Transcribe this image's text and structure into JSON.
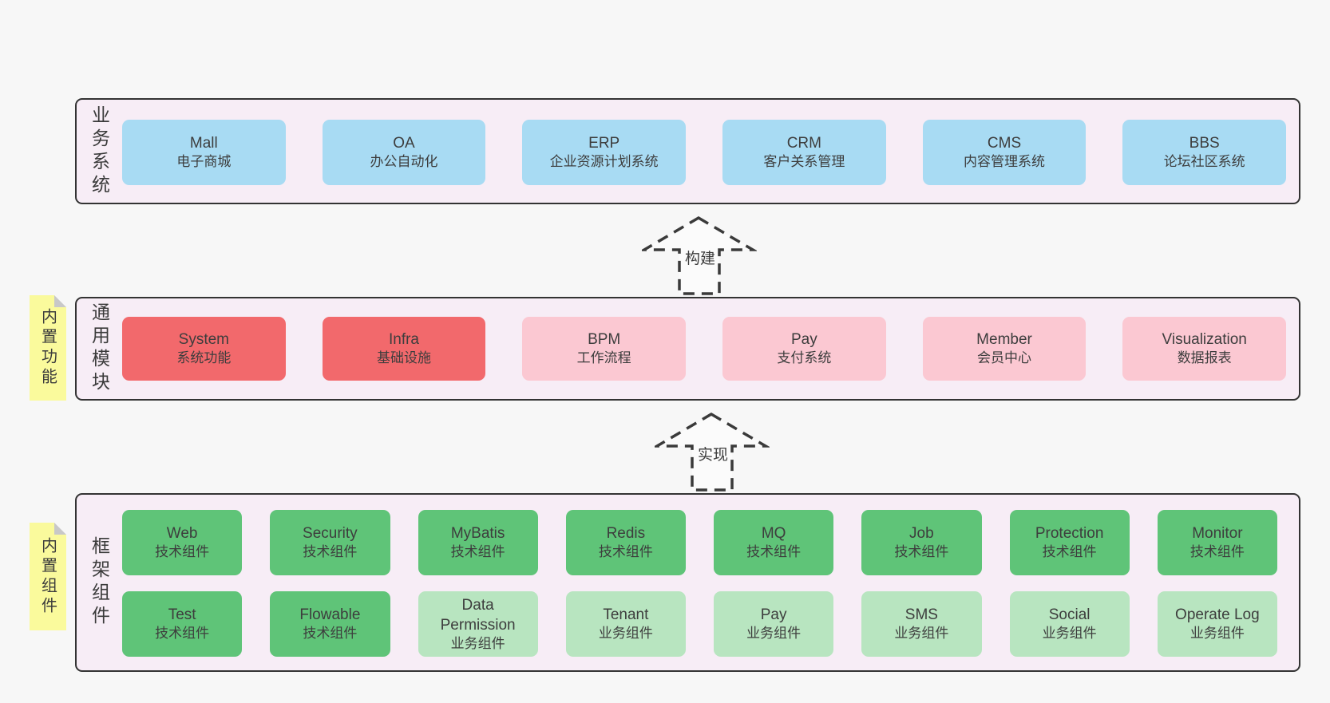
{
  "diagram": {
    "bands": {
      "business": {
        "label": "业务系统",
        "nodes": [
          {
            "en": "Mall",
            "zh": "电子商城"
          },
          {
            "en": "OA",
            "zh": "办公自动化"
          },
          {
            "en": "ERP",
            "zh": "企业资源计划系统"
          },
          {
            "en": "CRM",
            "zh": "客户关系管理"
          },
          {
            "en": "CMS",
            "zh": "内容管理系统"
          },
          {
            "en": "BBS",
            "zh": "论坛社区系统"
          }
        ]
      },
      "modules": {
        "label": "通用模块",
        "sticky": "内置功能",
        "nodes": [
          {
            "en": "System",
            "zh": "系统功能"
          },
          {
            "en": "Infra",
            "zh": "基础设施"
          },
          {
            "en": "BPM",
            "zh": "工作流程"
          },
          {
            "en": "Pay",
            "zh": "支付系统"
          },
          {
            "en": "Member",
            "zh": "会员中心"
          },
          {
            "en": "Visualization",
            "zh": "数据报表"
          }
        ]
      },
      "components": {
        "label": "框架组件",
        "sticky": "内置组件",
        "row1": [
          {
            "en": "Web",
            "zh": "技术组件"
          },
          {
            "en": "Security",
            "zh": "技术组件"
          },
          {
            "en": "MyBatis",
            "zh": "技术组件"
          },
          {
            "en": "Redis",
            "zh": "技术组件"
          },
          {
            "en": "MQ",
            "zh": "技术组件"
          },
          {
            "en": "Job",
            "zh": "技术组件"
          },
          {
            "en": "Protection",
            "zh": "技术组件"
          },
          {
            "en": "Monitor",
            "zh": "技术组件"
          }
        ],
        "row2": [
          {
            "en": "Test",
            "zh": "技术组件"
          },
          {
            "en": "Flowable",
            "zh": "技术组件"
          },
          {
            "en": "Data Permission",
            "zh": "业务组件"
          },
          {
            "en": "Tenant",
            "zh": "业务组件"
          },
          {
            "en": "Pay",
            "zh": "业务组件"
          },
          {
            "en": "SMS",
            "zh": "业务组件"
          },
          {
            "en": "Social",
            "zh": "业务组件"
          },
          {
            "en": "Operate Log",
            "zh": "业务组件"
          }
        ]
      }
    },
    "arrows": [
      {
        "label": "构建"
      },
      {
        "label": "实现"
      }
    ],
    "colors": {
      "page_bg": "#f7f7f7",
      "band_bg": "#f7edf6",
      "band_border": "#333333",
      "blue": "#a8dbf3",
      "red": "#f2696c",
      "pink": "#fbc8d2",
      "green": "#5fc478",
      "green_light": "#b8e5c0",
      "sticky_yellow": "#fafa9c",
      "fold_gray": "#c8c8c8",
      "text": "#3d3d3d"
    }
  }
}
